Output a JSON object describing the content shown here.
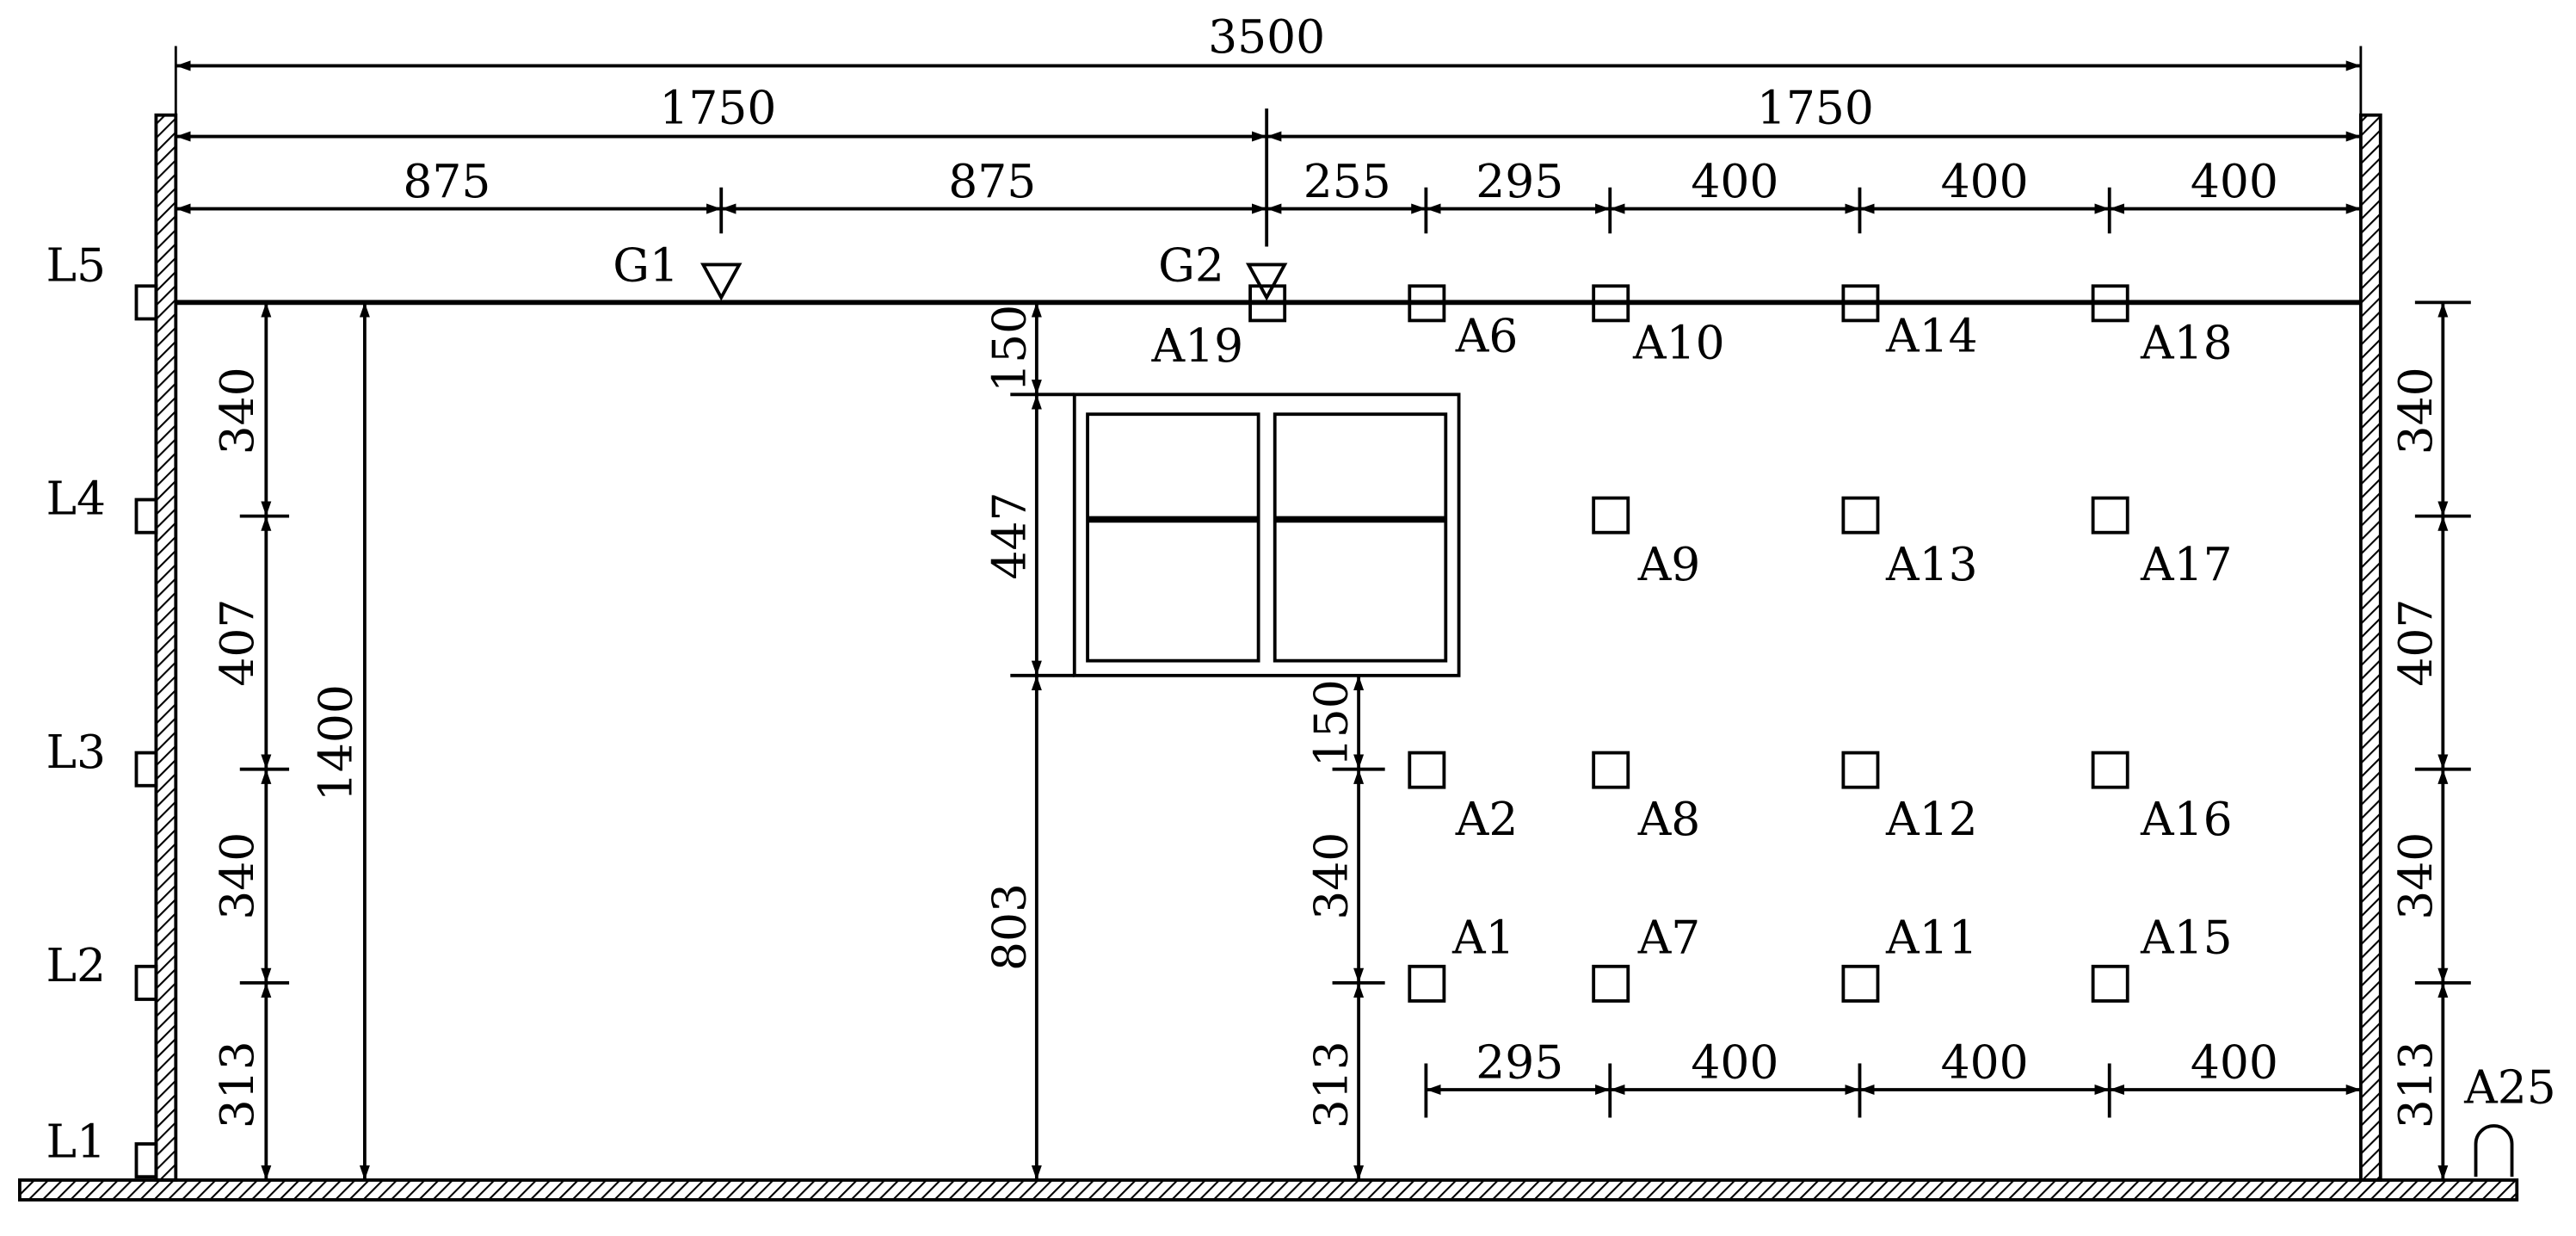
{
  "drawing": {
    "dimensions": {
      "overall": "3500",
      "half_left": "1750",
      "half_right": "1750",
      "quarter_left": "875",
      "quarter_mid": "875",
      "top_right_segments": [
        "255",
        "295",
        "400",
        "400",
        "400"
      ],
      "bottom_right_segments": [
        "295",
        "400",
        "400",
        "400"
      ],
      "left_vertical": [
        "340",
        "407",
        "340",
        "313"
      ],
      "right_vertical": [
        "340",
        "407",
        "340",
        "313"
      ],
      "total_height": "1400",
      "window_col": [
        "150",
        "447",
        "803"
      ],
      "sensor_col": [
        "150",
        "340",
        "313"
      ]
    },
    "levels": [
      "L5",
      "L4",
      "L3",
      "L2",
      "L1"
    ],
    "gauges": [
      "G1",
      "G2"
    ],
    "sensors": {
      "A19": "A19",
      "A6": "A6",
      "A10": "A10",
      "A14": "A14",
      "A18": "A18",
      "A9": "A9",
      "A13": "A13",
      "A17": "A17",
      "A2": "A2",
      "A8": "A8",
      "A12": "A12",
      "A16": "A16",
      "A1": "A1",
      "A7": "A7",
      "A11": "A11",
      "A15": "A15",
      "A25": "A25"
    }
  }
}
